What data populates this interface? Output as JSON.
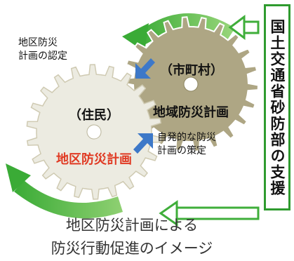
{
  "labels": {
    "recognition": [
      "地区防災",
      "計画の認定"
    ],
    "voluntary": [
      "自発的な防災",
      "計画の策定"
    ]
  },
  "gears": {
    "municipality": {
      "role": "（市町村）",
      "plan": "地域防災計画"
    },
    "residents": {
      "role": "（住民）",
      "plan": "地区防災計画"
    }
  },
  "support": "国土交通省砂防部の支援",
  "caption": [
    "地区防災計画による",
    "防災行動促進のイメージ"
  ],
  "colors": {
    "green": "#3fae3a",
    "green_light": "#8fd072",
    "gear_dark": "#aea684",
    "gear_light": "#ecebe1",
    "blue": "#3d78c8",
    "red": "#e03a23"
  }
}
